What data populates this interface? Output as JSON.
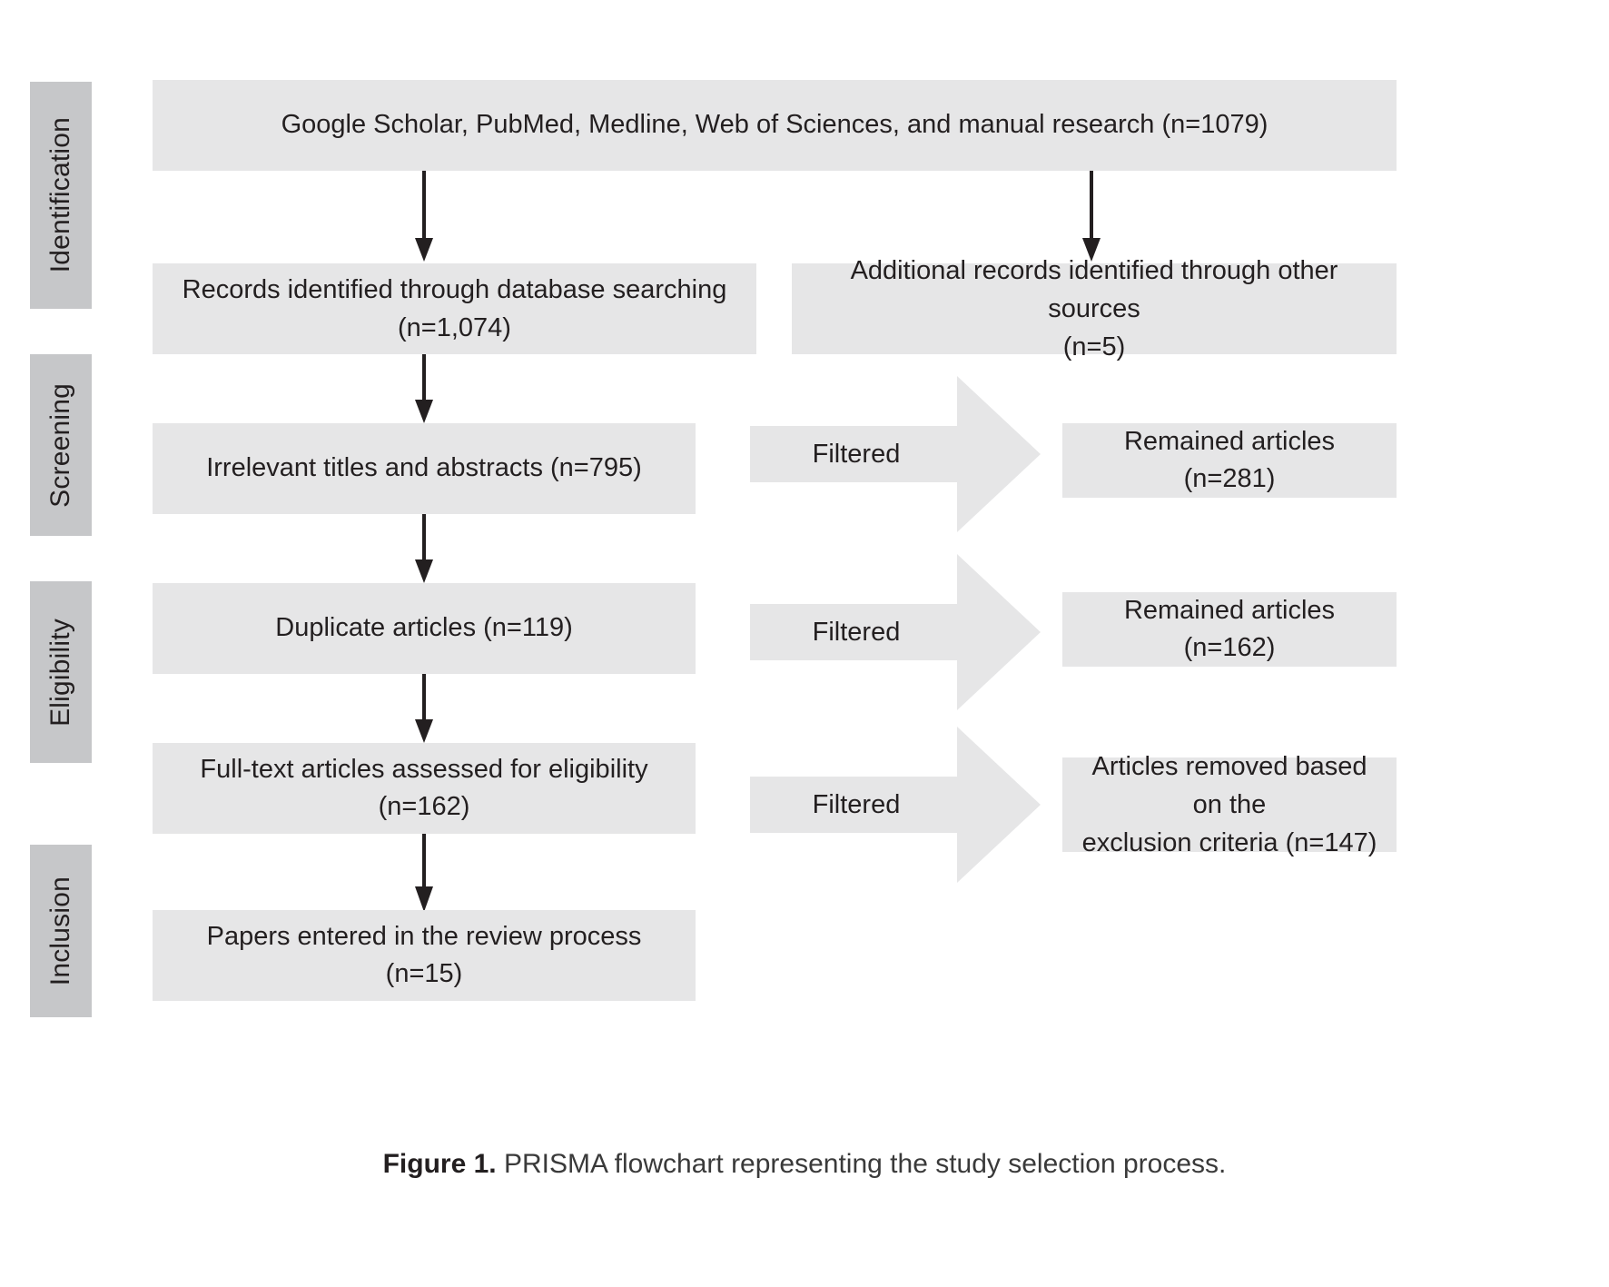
{
  "figure": {
    "caption_label": "Figure 1.",
    "caption_text": "PRISMA flowchart representing the study selection process."
  },
  "colors": {
    "stage_bar": "#c6c7c9",
    "node_fill": "#e6e6e7",
    "text": "#231f20",
    "arrow_stroke": "#231f20",
    "background": "#ffffff"
  },
  "stages": [
    {
      "label": "Identification"
    },
    {
      "label": "Screening"
    },
    {
      "label": "Eligibility"
    },
    {
      "label": "Inclusion"
    }
  ],
  "nodes": {
    "sources": "Google Scholar, PubMed, Medline, Web of Sciences, and manual research (n=1079)",
    "database_records_line1": "Records identified through database searching",
    "database_records_line2": "(n=1,074)",
    "other_sources_line1": "Additional records identified through other sources",
    "other_sources_line2": "(n=5)",
    "irrelevant": "Irrelevant titles and abstracts (n=795)",
    "duplicates": "Duplicate articles (n=119)",
    "fulltext": "Full-text articles assessed for eligibility (n=162)",
    "papers_entered": "Papers entered in the review process (n=15)",
    "remained_281": "Remained articles (n=281)",
    "remained_162": "Remained articles (n=162)",
    "removed_line1": "Articles removed based on the",
    "removed_line2": "exclusion criteria (n=147)"
  },
  "filter_arrows": [
    {
      "label": "Filtered"
    },
    {
      "label": "Filtered"
    },
    {
      "label": "Filtered"
    }
  ],
  "chart_data": {
    "type": "diagram",
    "title": "PRISMA flowchart representing the study selection process.",
    "stages": [
      "Identification",
      "Screening",
      "Eligibility",
      "Inclusion"
    ],
    "counts": {
      "total_sources": 1079,
      "database_searching": 1074,
      "other_sources": 5,
      "irrelevant_titles_abstracts": 795,
      "remained_after_irrelevant": 281,
      "duplicate_articles": 119,
      "remained_after_duplicates": 162,
      "fulltext_assessed": 162,
      "removed_by_exclusion_criteria": 147,
      "papers_entered_review": 15
    },
    "flow": [
      {
        "from": "Google Scholar, PubMed, Medline, Web of Sciences, and manual research (n=1079)",
        "to": "Records identified through database searching (n=1,074)"
      },
      {
        "from": "Google Scholar, PubMed, Medline, Web of Sciences, and manual research (n=1079)",
        "to": "Additional records identified through other sources (n=5)"
      },
      {
        "from": "Records identified through database searching (n=1,074)",
        "to": "Irrelevant titles and abstracts (n=795)"
      },
      {
        "from": "Irrelevant titles and abstracts (n=795)",
        "to": "Remained articles (n=281)",
        "label": "Filtered"
      },
      {
        "from": "Irrelevant titles and abstracts (n=795)",
        "to": "Duplicate articles (n=119)"
      },
      {
        "from": "Duplicate articles (n=119)",
        "to": "Remained articles (n=162)",
        "label": "Filtered"
      },
      {
        "from": "Duplicate articles (n=119)",
        "to": "Full-text articles assessed for eligibility (n=162)"
      },
      {
        "from": "Full-text articles assessed for eligibility (n=162)",
        "to": "Articles removed based on the exclusion criteria (n=147)",
        "label": "Filtered"
      },
      {
        "from": "Full-text articles assessed for eligibility (n=162)",
        "to": "Papers entered in the review process (n=15)"
      }
    ]
  }
}
